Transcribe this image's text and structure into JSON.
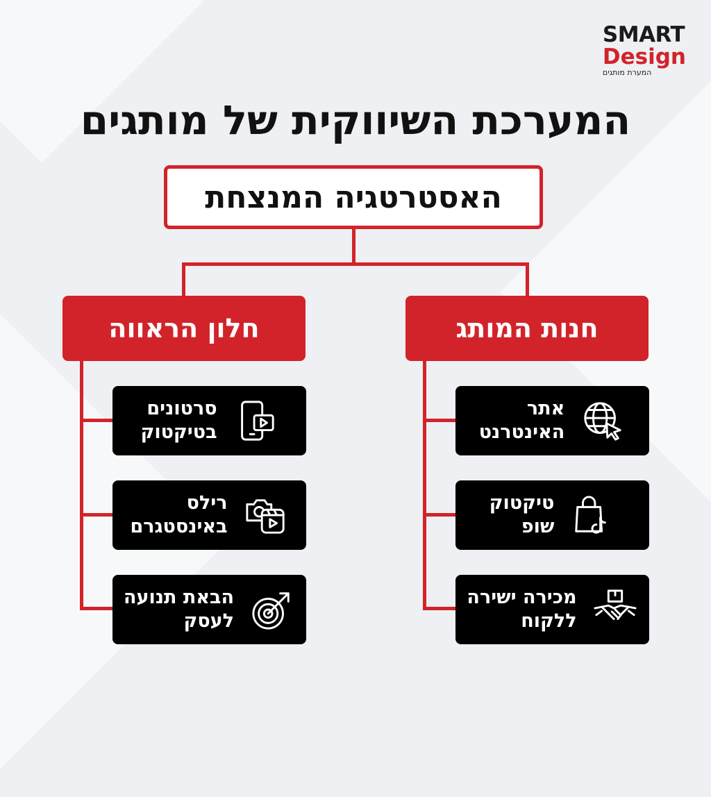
{
  "brand": {
    "line1": "SMART",
    "line2": "Design",
    "tagline": "המערת מותגים",
    "accent_color": "#d2232a"
  },
  "title": "המערכת השיווקית של מותגים",
  "root": {
    "label": "האסטרטגיה המנצחת"
  },
  "branches": [
    {
      "label": "חנות המותג",
      "items": [
        {
          "line1": "אתר",
          "line2": "האינטרנט",
          "icon": "globe-cursor-icon"
        },
        {
          "line1": "טיקטוק",
          "line2": "שופ",
          "icon": "shopping-bag-tiktok-icon"
        },
        {
          "line1": "מכירה ישירה",
          "line2": "ללקוח",
          "icon": "handshake-box-icon"
        }
      ]
    },
    {
      "label": "חלון הראווה",
      "items": [
        {
          "line1": "סרטונים",
          "line2": "בטיקטוק",
          "icon": "phone-video-icon"
        },
        {
          "line1": "רילס",
          "line2": "באינסטגרם",
          "icon": "camera-reels-icon"
        },
        {
          "line1": "הבאת תנועה",
          "line2": "לעסק",
          "icon": "target-arrow-icon"
        }
      ]
    }
  ]
}
